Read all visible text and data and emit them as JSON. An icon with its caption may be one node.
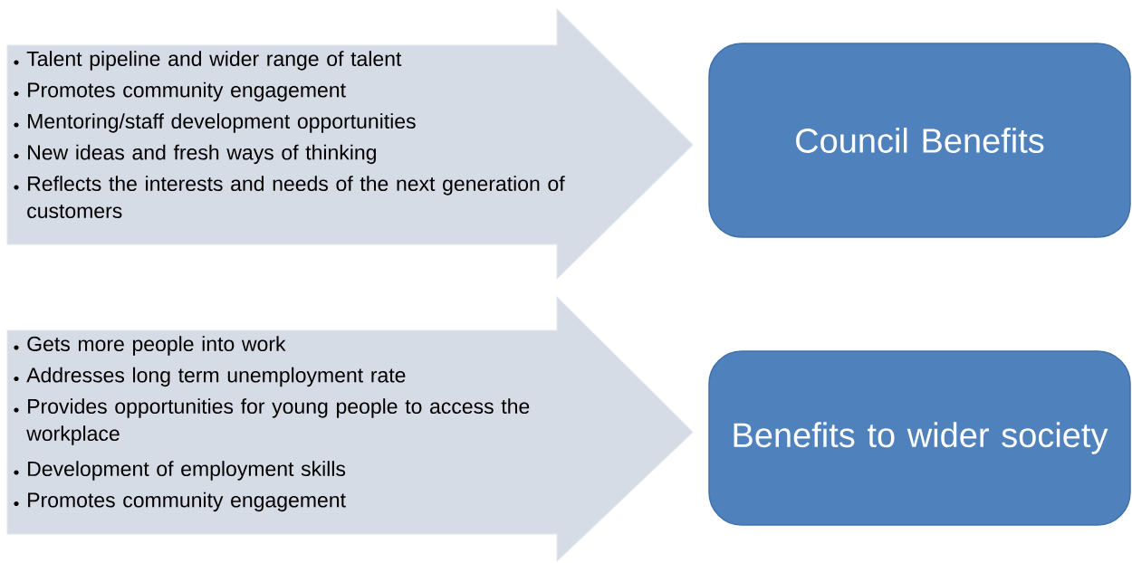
{
  "diagram": {
    "nodes": [
      {
        "text": [
          "Talent pipeline and wider range of talent",
          "Promotes community engagement",
          "Mentoring/staff development opportunities",
          "New ideas and fresh ways of thinking",
          "Reflects the interests and needs of the next generation of customers"
        ]
      },
      {
        "text": [
          "Council Benefits"
        ]
      },
      {
        "text": [
          "Gets more people into work",
          "Addresses long term unemployment rate",
          "Provides opportunities for young people to access the workplace",
          "Development of employment skills",
          "Promotes community engagement"
        ]
      },
      {
        "text": [
          "Benefits to wider society"
        ]
      }
    ]
  }
}
